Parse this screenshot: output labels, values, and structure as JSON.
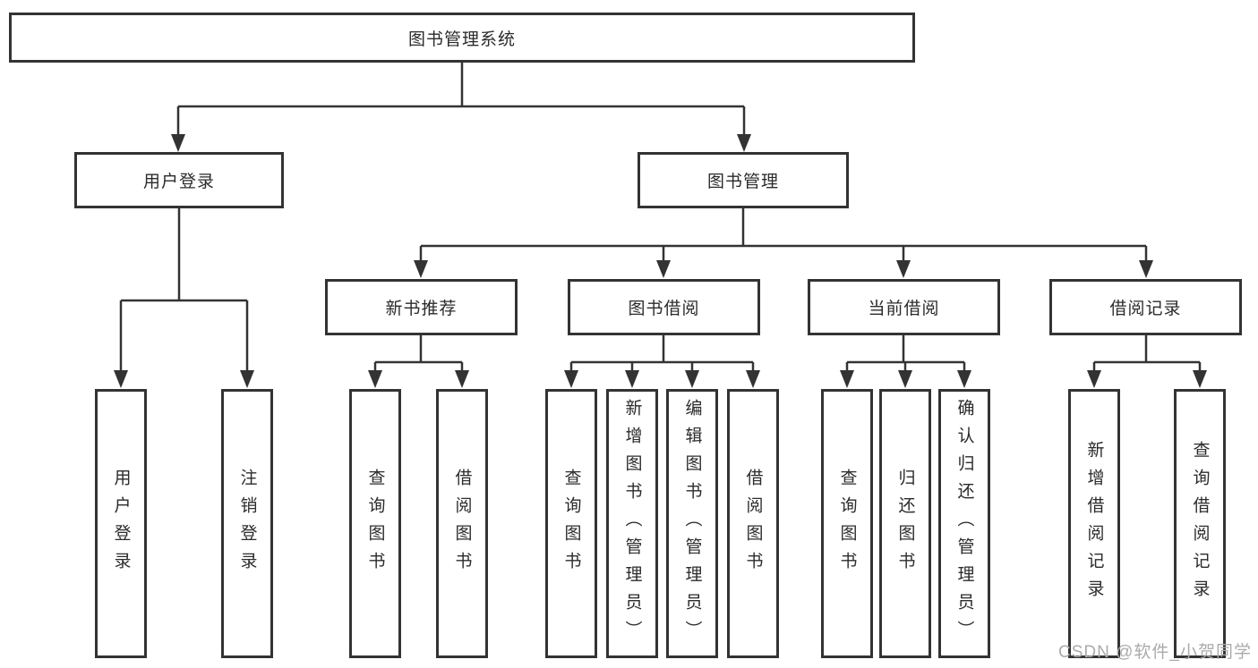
{
  "diagram": {
    "title": "图书管理系统",
    "root": {
      "label": "图书管理系统"
    },
    "branches": [
      {
        "label": "用户登录",
        "children": [
          {
            "label": "用户登录"
          },
          {
            "label": "注销登录"
          }
        ]
      },
      {
        "label": "图书管理",
        "children": [
          {
            "label": "新书推荐",
            "children": [
              {
                "label": "查询图书"
              },
              {
                "label": "借阅图书"
              }
            ]
          },
          {
            "label": "图书借阅",
            "children": [
              {
                "label": "查询图书"
              },
              {
                "label": "新增图书（管理员）"
              },
              {
                "label": "编辑图书（管理员）"
              },
              {
                "label": "借阅图书"
              }
            ]
          },
          {
            "label": "当前借阅",
            "children": [
              {
                "label": "查询图书"
              },
              {
                "label": "归还图书"
              },
              {
                "label": "确认归还（管理员）"
              }
            ]
          },
          {
            "label": "借阅记录",
            "children": [
              {
                "label": "新增借阅记录"
              },
              {
                "label": "查询借阅记录"
              }
            ]
          }
        ]
      }
    ]
  },
  "watermark": {
    "text": "CSDN @软件_小贺同学"
  },
  "colors": {
    "line": "#333333",
    "box_border": "#333333",
    "box_fill": "#ffffff",
    "text": "#2b2b2b",
    "watermark": "#ababab",
    "background": "#ffffff"
  }
}
